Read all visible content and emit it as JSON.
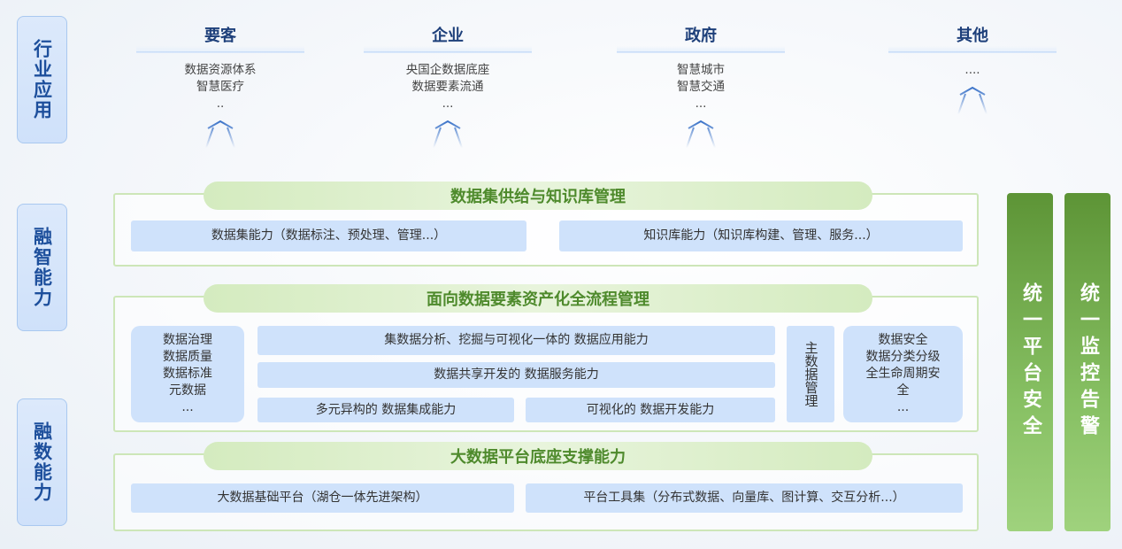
{
  "side_labels": {
    "industry": "行业应用",
    "smart": "融智能力",
    "data": "融数能力"
  },
  "industries": [
    {
      "title": "要客",
      "lines": [
        "数据资源体系",
        "智慧医疗",
        ".."
      ]
    },
    {
      "title": "企业",
      "lines": [
        "央国企数据底座",
        "数据要素流通",
        "..."
      ]
    },
    {
      "title": "政府",
      "lines": [
        "智慧城市",
        "智慧交通",
        "..."
      ]
    },
    {
      "title": "其他",
      "lines": [
        "....",
        "",
        ""
      ]
    }
  ],
  "section1": {
    "title": "数据集供给与知识库管理",
    "items": [
      "数据集能力（数据标注、预处理、管理...）",
      "知识库能力（知识库构建、管理、服务...）"
    ]
  },
  "section2": {
    "title": "面向数据要素资产化全流程管理",
    "governance": [
      "数据治理",
      "数据质量",
      "数据标准",
      "元数据",
      "..."
    ],
    "app": "集数据分析、挖掘与可视化一体的 数据应用能力",
    "service": "数据共享开发的 数据服务能力",
    "integration": "多元异构的 数据集成能力",
    "dev": "可视化的 数据开发能力",
    "master": "主数据管理",
    "security": [
      "数据安全",
      "数据分类分级",
      "全生命周期安",
      "全",
      "..."
    ]
  },
  "section3": {
    "title": "大数据平台底座支撑能力",
    "items": [
      "大数据基础平台（湖仓一体先进架构）",
      "平台工具集（分布式数据、向量库、图计算、交互分析...）"
    ]
  },
  "bars": [
    "统一平台安全",
    "统一监控告警"
  ]
}
